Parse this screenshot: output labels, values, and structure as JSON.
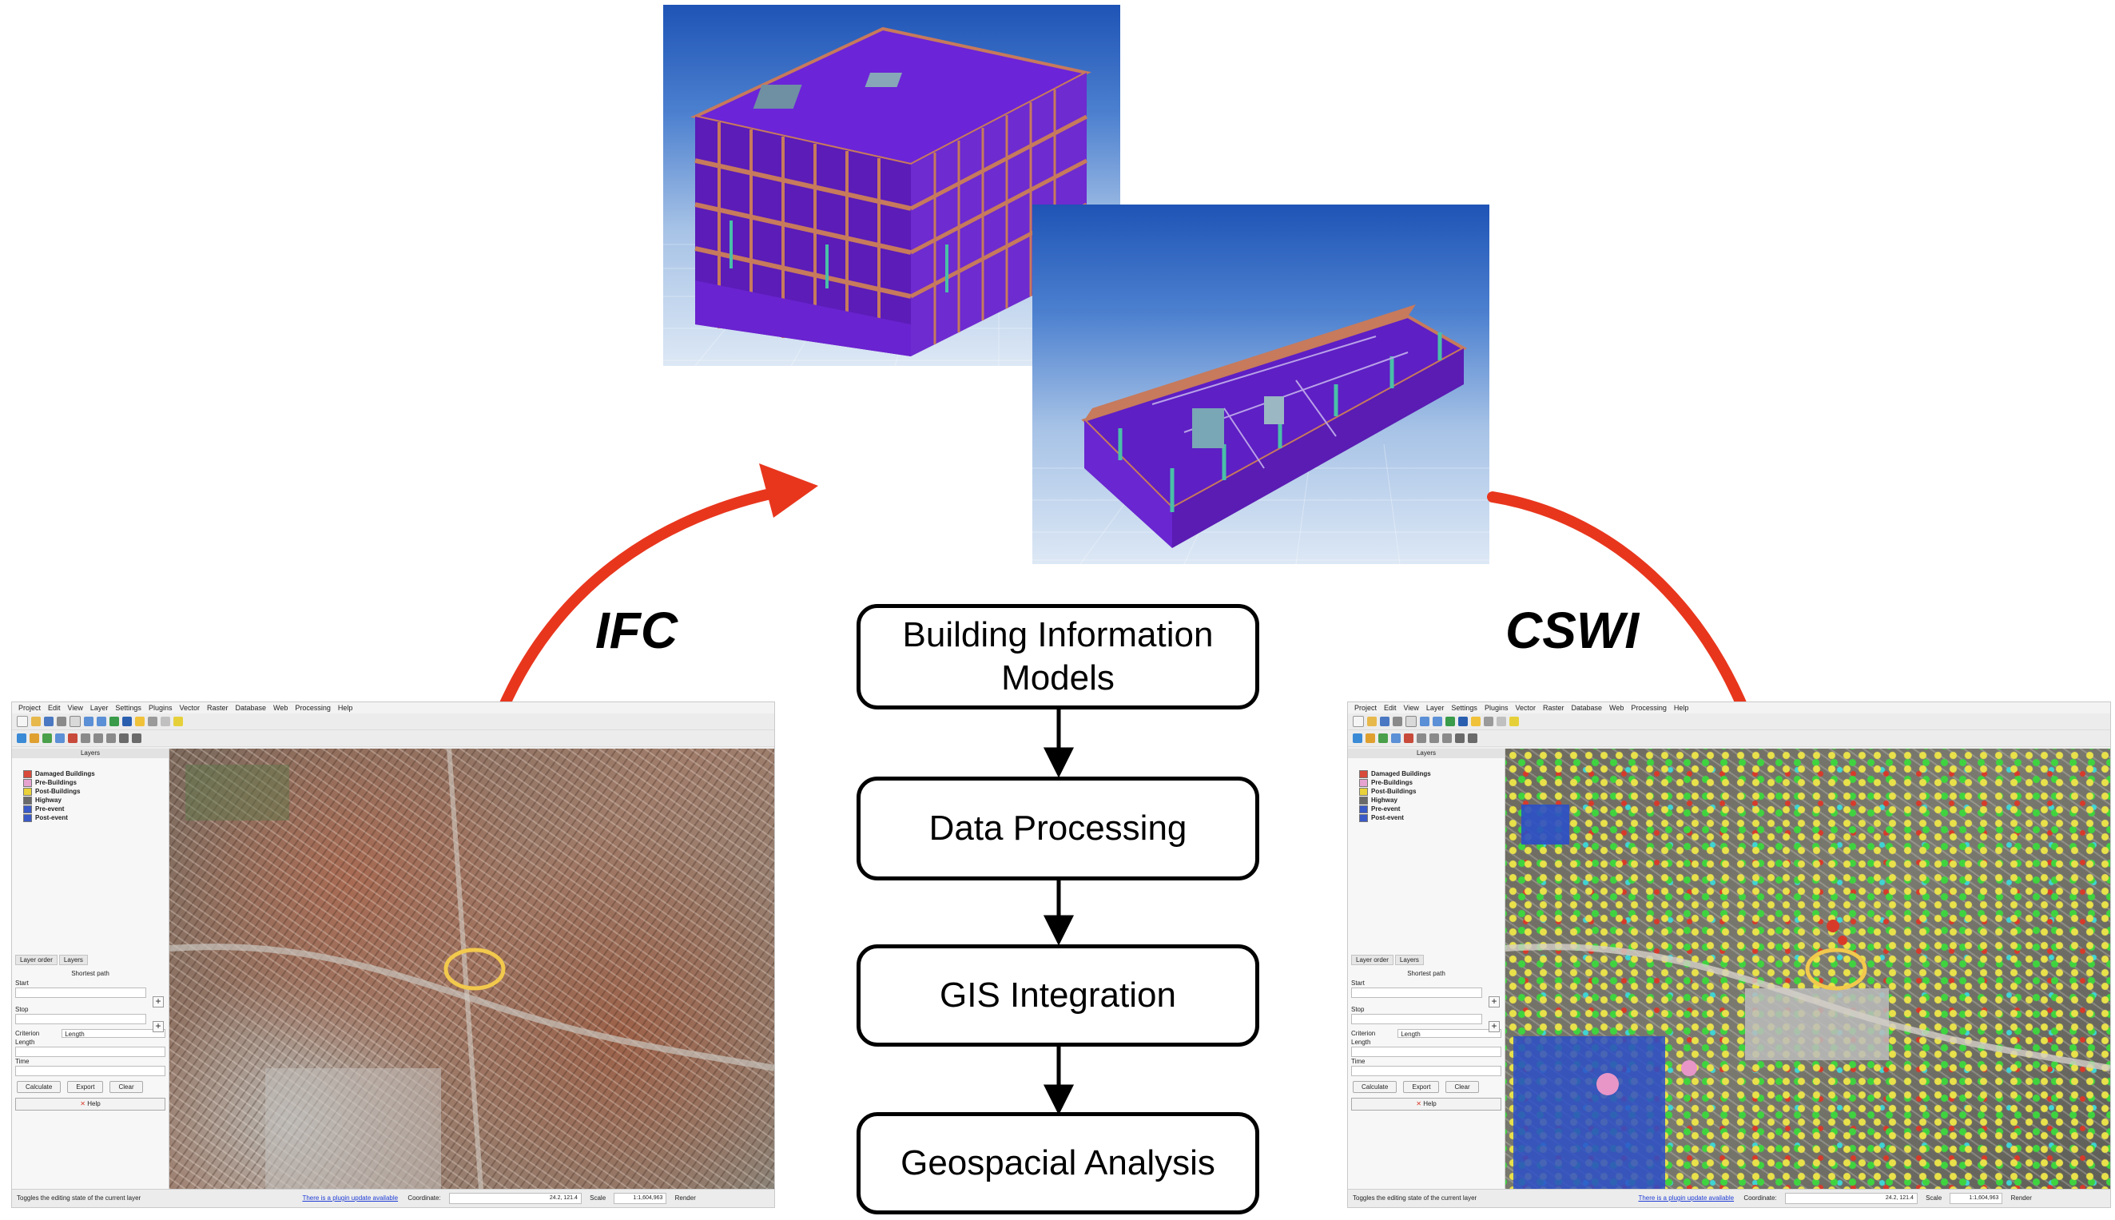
{
  "flowchart": {
    "steps": [
      "Building Information\nModels",
      "Data Processing",
      "GIS Integration",
      "Geospacial Analysis"
    ]
  },
  "labels": {
    "left_arrow": "IFC",
    "right_arrow": "CSWI"
  },
  "colors": {
    "arrow": "#e8361d",
    "highlight": "#f2c94c",
    "building_roof": "#6a1fd6",
    "building_wall": "#c77a5c",
    "sky": "#2d63c4"
  },
  "gis_app": {
    "menu": [
      "Project",
      "Edit",
      "View",
      "Layer",
      "Settings",
      "Plugins",
      "Vector",
      "Raster",
      "Database",
      "Web",
      "Processing",
      "Help"
    ],
    "layers_title": "Layers",
    "layers": [
      "Damaged Buildings",
      "Pre-Buildings",
      "Post-Buildings",
      "Highway",
      "Pre-event",
      "Post-event"
    ],
    "tabs": [
      "Layer order",
      "Layers"
    ],
    "shortest_path": {
      "title": "Shortest path",
      "start": "Start",
      "stop": "Stop",
      "criterion": "Criterion",
      "criterion_value": "Length",
      "length": "Length",
      "time": "Time",
      "calculate": "Calculate",
      "export": "Export",
      "clear": "Clear",
      "help": "Help"
    },
    "status": {
      "hint": "Toggles the editing state of the current layer",
      "update": "There is a plugin update available",
      "coordinate_label": "Coordinate:",
      "coordinate_value": "24.2, 121.4",
      "scale_label": "Scale",
      "scale_value": "1:1,604,963",
      "render": "Render"
    }
  }
}
